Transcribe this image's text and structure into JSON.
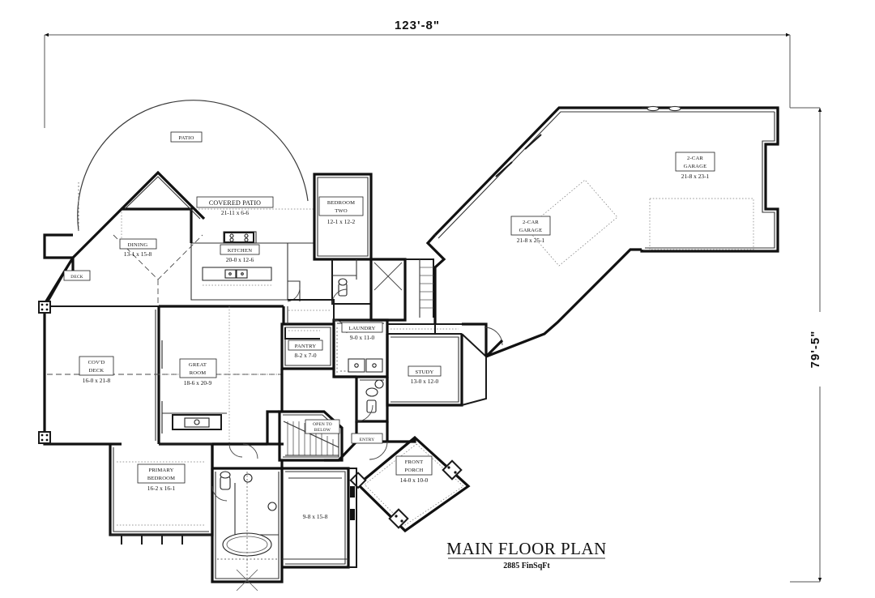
{
  "document": {
    "title": "MAIN FLOOR PLAN",
    "subtitle": "2885 FinSqFt",
    "sheet_background": "#ffffff",
    "line_color": "#111111"
  },
  "dimensions": {
    "overall_width": "123'-8\"",
    "overall_depth": "79'-5\""
  },
  "rooms": [
    {
      "id": "patio",
      "name": "PATIO",
      "size": "",
      "boxed": true
    },
    {
      "id": "covered-patio",
      "name": "COVERED PATIO",
      "size": "21-11 x 6-6",
      "boxed": true
    },
    {
      "id": "bedroom-two",
      "name": "BEDROOM TWO",
      "size": "12-1 x 12-2",
      "boxed": true
    },
    {
      "id": "dining",
      "name": "DINING",
      "size": "13-1 x 15-8",
      "boxed": true
    },
    {
      "id": "kitchen",
      "name": "KITCHEN",
      "size": "20-0 x 12-6",
      "boxed": true
    },
    {
      "id": "deck",
      "name": "DECK",
      "size": "",
      "boxed": true
    },
    {
      "id": "covd-deck",
      "name": "COV'D DECK",
      "size": "16-0 x 21-8",
      "boxed": true
    },
    {
      "id": "great-room",
      "name": "GREAT ROOM",
      "size": "18-6 x 20-9",
      "boxed": true
    },
    {
      "id": "pantry",
      "name": "PANTRY",
      "size": "8-2 x 7-0",
      "boxed": true
    },
    {
      "id": "laundry",
      "name": "LAUNDRY",
      "size": "9-0 x 11-0",
      "boxed": true
    },
    {
      "id": "study",
      "name": "STUDY",
      "size": "13-0 x 12-0",
      "boxed": true
    },
    {
      "id": "garage-left",
      "name": "2-CAR GARAGE",
      "size": "21-8 x 25-1",
      "boxed": true
    },
    {
      "id": "garage-right",
      "name": "2-CAR GARAGE",
      "size": "21-8 x 23-1",
      "boxed": true
    },
    {
      "id": "primary-bedroom",
      "name": "PRIMARY BEDROOM",
      "size": "16-2 x 16-1",
      "boxed": true
    },
    {
      "id": "entry",
      "name": "ENTRY",
      "size": "",
      "boxed": true
    },
    {
      "id": "front-porch",
      "name": "FRONT PORCH",
      "size": "14-0 x 10-0",
      "boxed": true
    },
    {
      "id": "open-to-below",
      "name": "OPEN TO BELOW",
      "size": "",
      "boxed": true
    },
    {
      "id": "bonus-room",
      "name": "",
      "size": "9-8 x 15-8",
      "boxed": false
    }
  ],
  "labels": {
    "patio_name": "PATIO",
    "covered_patio_name": "COVERED PATIO",
    "covered_patio_size": "21-11 x 6-6",
    "bedroom_two_name_1": "BEDROOM",
    "bedroom_two_name_2": "TWO",
    "bedroom_two_size": "12-1 x 12-2",
    "dining_name": "DINING",
    "dining_size": "13-1 x 15-8",
    "kitchen_name": "KITCHEN",
    "kitchen_size": "20-0 x 12-6",
    "deck_name": "DECK",
    "covd_deck_name_1": "COV'D",
    "covd_deck_name_2": "DECK",
    "covd_deck_size": "16-0 x 21-8",
    "great_room_name_1": "GREAT",
    "great_room_name_2": "ROOM",
    "great_room_size": "18-6 x 20-9",
    "pantry_name": "PANTRY",
    "pantry_size": "8-2 x 7-0",
    "laundry_name": "LAUNDRY",
    "laundry_size": "9-0 x 11-0",
    "study_name": "STUDY",
    "study_size": "13-0 x 12-0",
    "garage_left_name_1": "2-CAR",
    "garage_left_name_2": "GARAGE",
    "garage_left_size": "21-8 x 25-1",
    "garage_right_name_1": "2-CAR",
    "garage_right_name_2": "GARAGE",
    "garage_right_size": "21-8 x 23-1",
    "primary_name_1": "PRIMARY",
    "primary_name_2": "BEDROOM",
    "primary_size": "16-2 x 16-1",
    "entry_name": "ENTRY",
    "front_porch_name_1": "FRONT",
    "front_porch_name_2": "PORCH",
    "front_porch_size": "14-0 x 10-0",
    "open_below_1": "OPEN TO",
    "open_below_2": "BELOW",
    "bonus_size": "9-8 x 15-8"
  }
}
